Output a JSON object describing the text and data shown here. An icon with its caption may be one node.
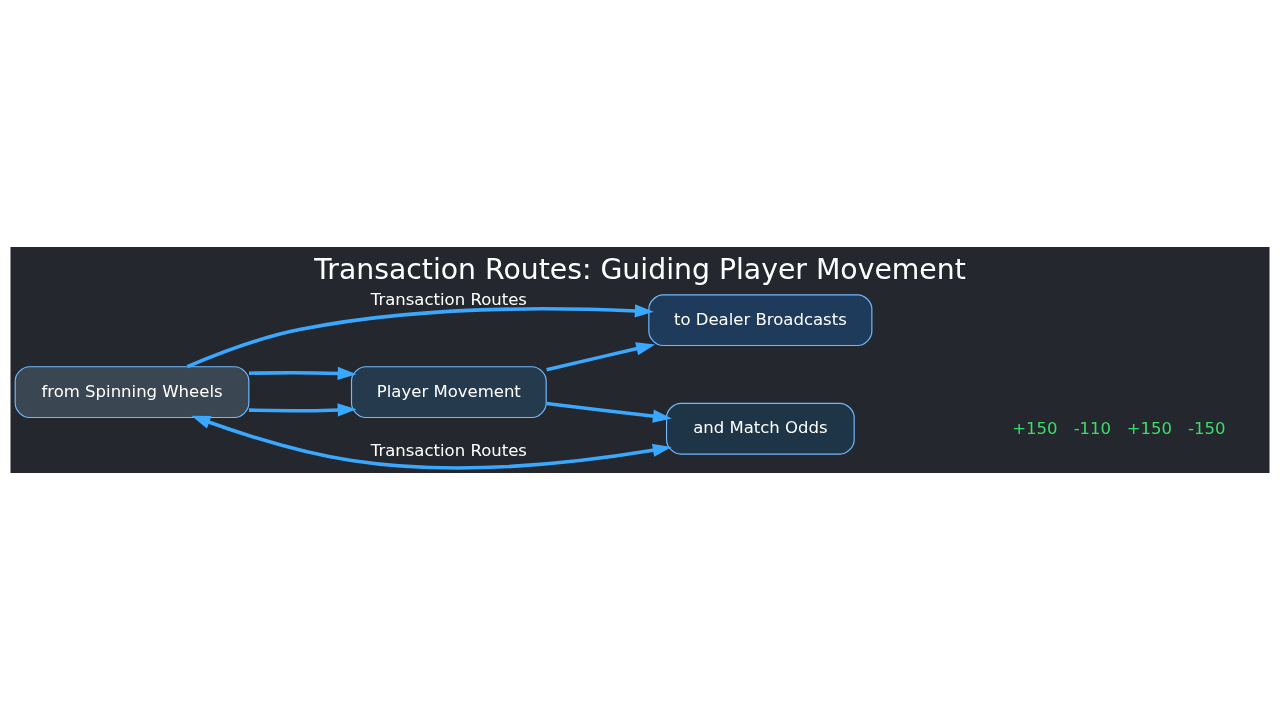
{
  "diagram": {
    "title": "Transaction Routes: Guiding Player Movement",
    "nodes": [
      {
        "text": [
          "from Spinning Wheels"
        ]
      },
      {
        "text": [
          "Player Movement"
        ]
      },
      {
        "text": [
          "to Dealer Broadcasts"
        ]
      },
      {
        "text": [
          "and Match Odds"
        ]
      }
    ],
    "edges": [
      {
        "from": 0,
        "to": 2,
        "arrow": "to",
        "label": "Transaction Routes"
      },
      {
        "from": 0,
        "to": 1,
        "arrow": "to"
      },
      {
        "from": 0,
        "to": 1,
        "arrow": "to"
      },
      {
        "from": 1,
        "to": 2,
        "arrow": "to"
      },
      {
        "from": 1,
        "to": 3,
        "arrow": "to"
      },
      {
        "from": 0,
        "to": 3,
        "arrow": "both",
        "label": "Transaction Routes"
      }
    ],
    "labels": [
      "+150",
      "-110",
      "+150",
      "-150"
    ]
  }
}
